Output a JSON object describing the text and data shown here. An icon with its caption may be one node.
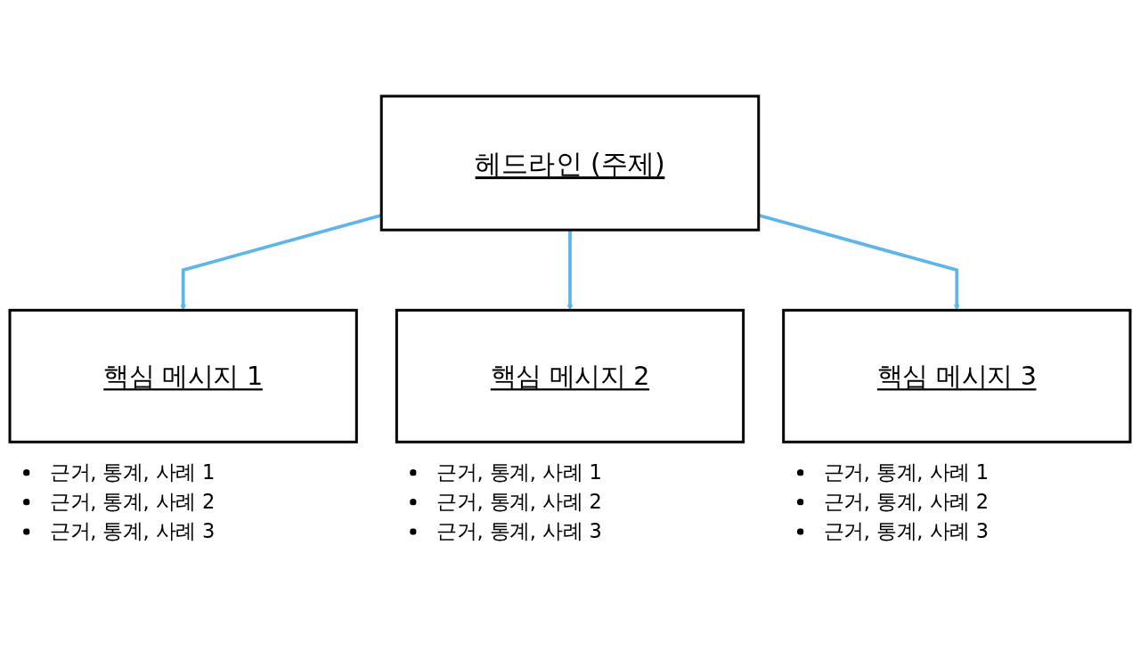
{
  "diagram": {
    "nodes": [
      {
        "text": [
          "헤드라인 (주제)"
        ]
      },
      {
        "text": [
          "핵심 메시지 1"
        ],
        "beside": [
          "근거, 통계, 사례 1",
          "근거, 통계, 사례 2",
          "근거, 통계, 사례 3"
        ]
      },
      {
        "text": [
          "핵심 메시지 2"
        ],
        "beside": [
          "근거, 통계, 사례 1",
          "근거, 통계, 사례 2",
          "근거, 통계, 사례 3"
        ]
      },
      {
        "text": [
          "핵심 메시지 3"
        ],
        "beside": [
          "근거, 통계, 사례 1",
          "근거, 통계, 사례 2",
          "근거, 통계, 사례 3"
        ]
      }
    ],
    "edges": [
      {
        "from": 0,
        "to": 1,
        "arrow": "to"
      },
      {
        "from": 0,
        "to": 2,
        "arrow": "to"
      },
      {
        "from": 0,
        "to": 3,
        "arrow": "to"
      }
    ]
  }
}
